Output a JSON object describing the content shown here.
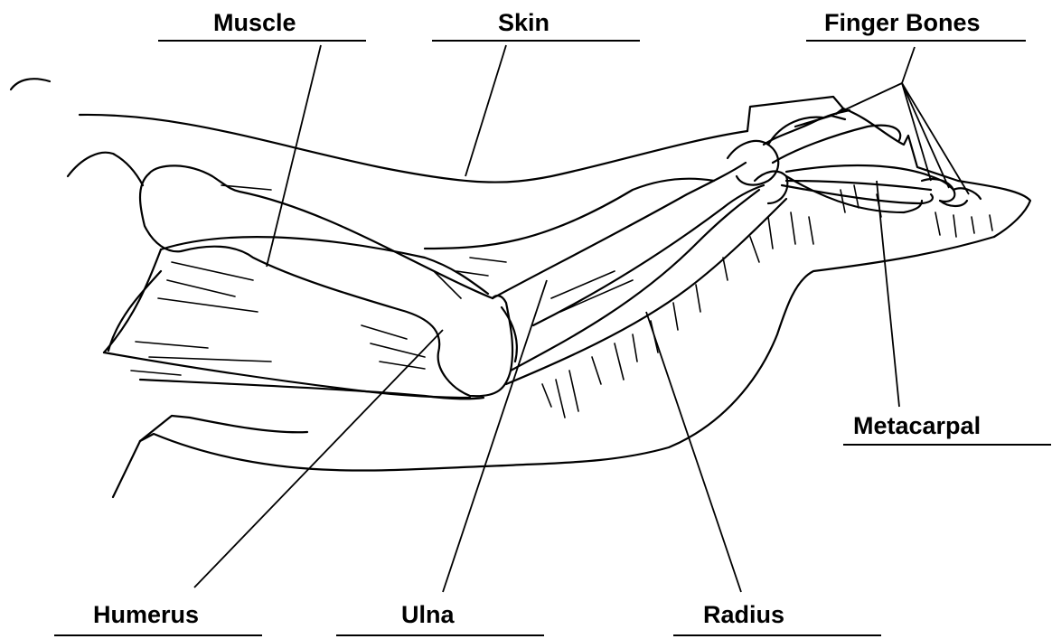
{
  "labels": {
    "muscle": "Muscle",
    "skin": "Skin",
    "finger_bones": "Finger Bones",
    "metacarpal": "Metacarpal",
    "humerus": "Humerus",
    "ulna": "Ulna",
    "radius": "Radius"
  }
}
